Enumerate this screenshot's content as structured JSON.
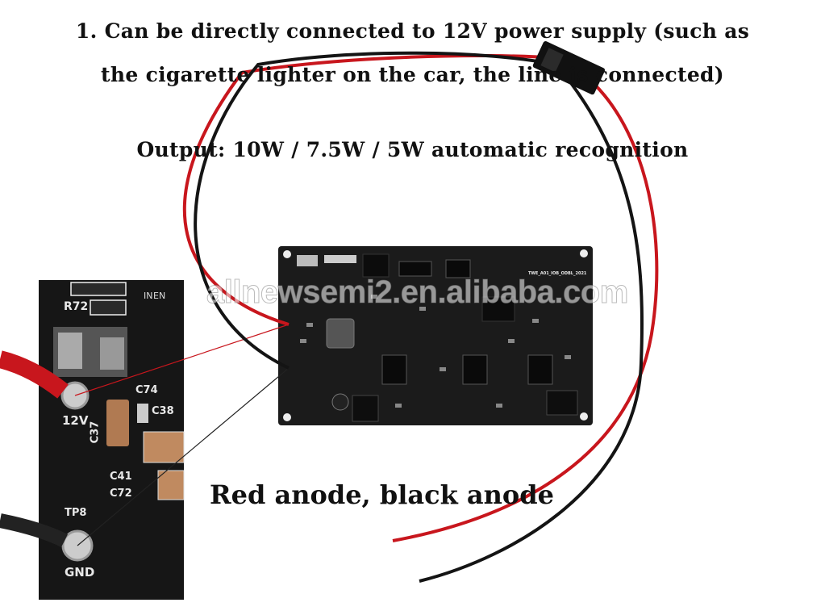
{
  "text": {
    "line1": "1. Can be directly connected to 12V power supply (such as",
    "line2": "the cigarette lighter on the car, the line is connected)",
    "output": "Output: 10W / 7.5W / 5W automatic recognition",
    "anode": "Red anode, black anode",
    "watermark": "allnewsemi2.en.alibaba.com"
  },
  "closeup_labels": {
    "r72": "R72",
    "v12": "12V",
    "c37": "C37",
    "c74": "C74",
    "c38": "C38",
    "c41": "C41",
    "c72": "C72",
    "tp8": "TP8",
    "gnd": "GND"
  },
  "colors": {
    "wire_red": "#c8161d",
    "wire_black": "#141414",
    "pcb": "#1a1a1a"
  }
}
